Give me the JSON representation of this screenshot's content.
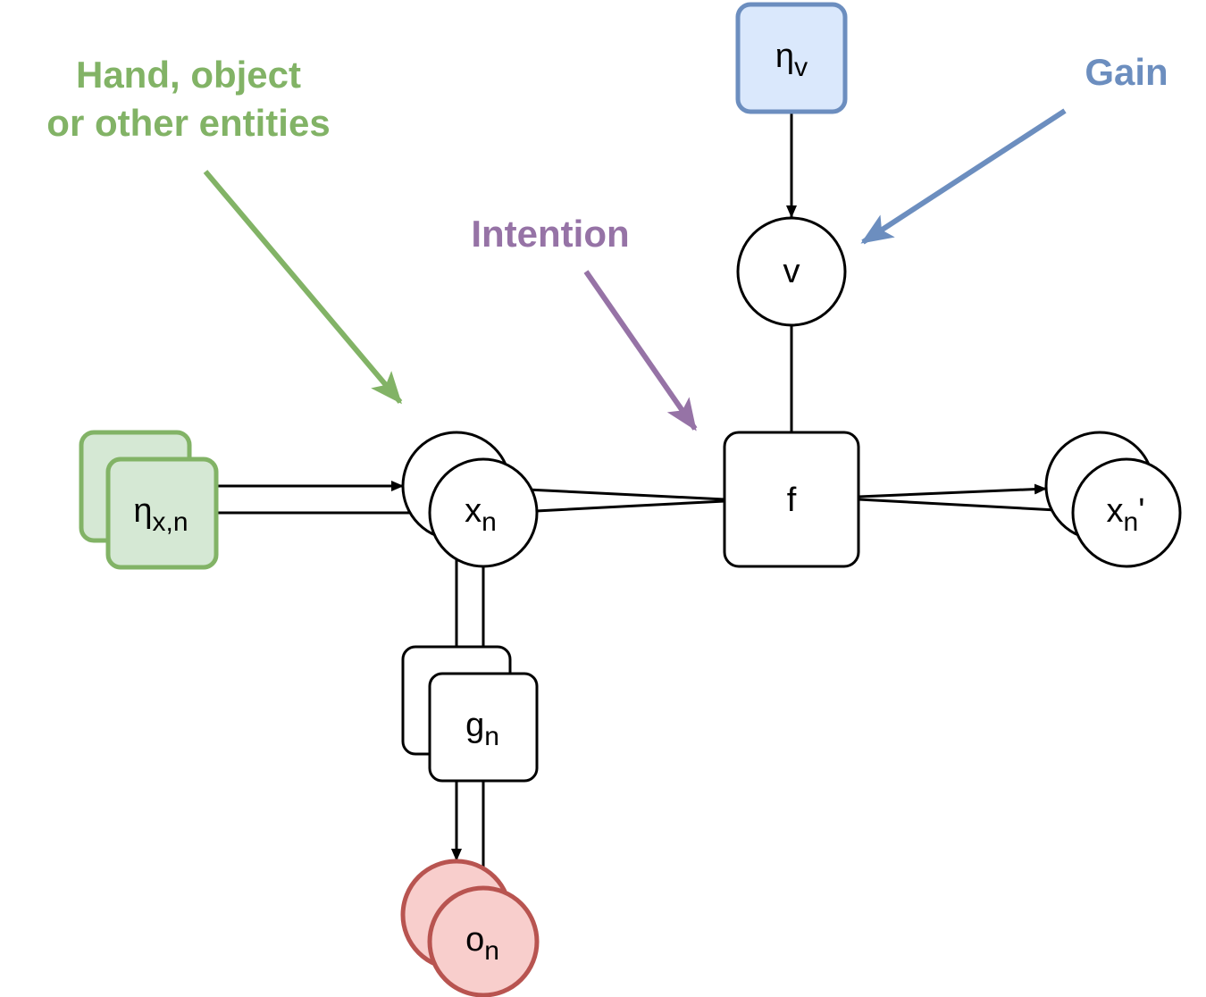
{
  "annotations": {
    "entities_line1": "Hand, object",
    "entities_line2": "or other entities",
    "intention": "Intention",
    "gain": "Gain"
  },
  "nodes": {
    "eta_v": {
      "base": "η",
      "sub": "v"
    },
    "v": {
      "label": "v"
    },
    "f": {
      "label": "f"
    },
    "eta_xn": {
      "base": "η",
      "sub": "x,n"
    },
    "x_n": {
      "base": "x",
      "sub": "n"
    },
    "x_n_prime": {
      "base": "x",
      "sub": "n",
      "suffix": "'"
    },
    "g_n": {
      "base": "g",
      "sub": "n"
    },
    "o_n": {
      "base": "o",
      "sub": "n"
    }
  },
  "colors": {
    "entities": "#82b366",
    "entities_fill": "#d5e8d4",
    "intention": "#9673a6",
    "gain": "#6c8ebf",
    "gain_fill": "#dae8fc",
    "observation": "#b85450",
    "observation_fill": "#f8cecc"
  }
}
